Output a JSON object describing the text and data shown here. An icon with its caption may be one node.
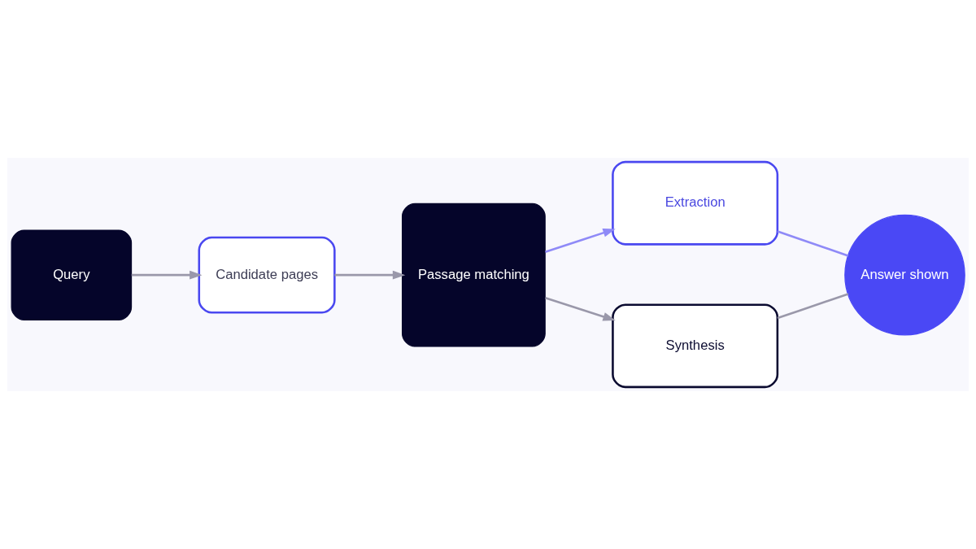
{
  "diagram": {
    "nodes": [
      {
        "text": [
          "Query"
        ]
      },
      {
        "text": [
          "Candidate pages"
        ]
      },
      {
        "text": [
          "Passage matching"
        ]
      },
      {
        "text": [
          "Extraction"
        ]
      },
      {
        "text": [
          "Synthesis"
        ]
      },
      {
        "text": [
          "Answer shown"
        ]
      }
    ],
    "edges": [
      {
        "from": 0,
        "to": 1,
        "arrow": "to"
      },
      {
        "from": 1,
        "to": 2,
        "arrow": "to"
      },
      {
        "from": 2,
        "to": 3,
        "arrow": "to",
        "color": "#8f8af7"
      },
      {
        "from": 2,
        "to": 4,
        "arrow": "to"
      },
      {
        "from": 3,
        "to": 5,
        "arrow": "none",
        "color": "#8f8af7"
      },
      {
        "from": 4,
        "to": 5,
        "arrow": "none"
      }
    ]
  }
}
